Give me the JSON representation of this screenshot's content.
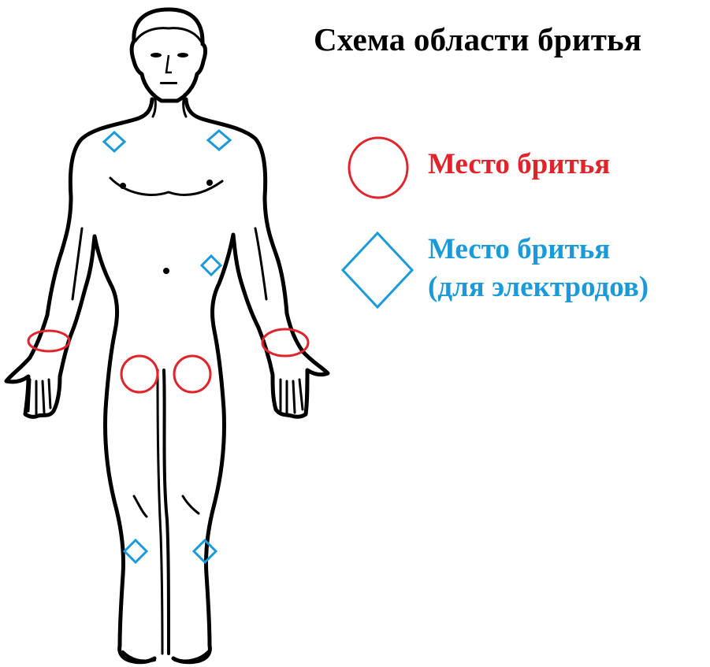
{
  "title": "Схема области бритья",
  "legend": {
    "shave_area": "Место бритья",
    "electrode_area_line1": "Место бритья",
    "electrode_area_line2": "(для электродов)"
  },
  "colors": {
    "shave_marker": "#e0242b",
    "electrode_marker": "#1a9ad8",
    "outline": "#000000"
  },
  "marker_shapes": {
    "shave_area": "circle",
    "electrode_area": "diamond"
  }
}
